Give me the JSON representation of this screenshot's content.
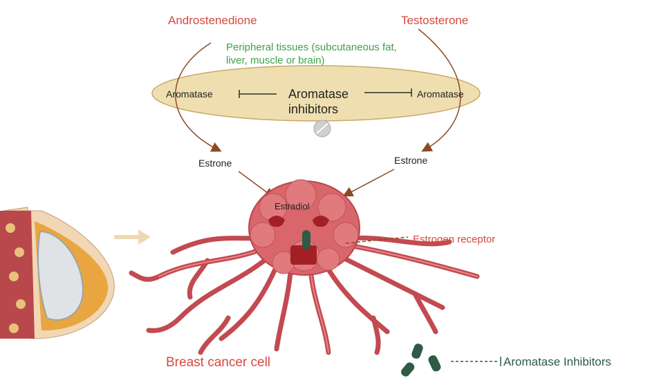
{
  "labels": {
    "androstenedione": "Androstenedione",
    "testosterone": "Testosterone",
    "peripheral_line1": "Peripheral tissues (subcutaneous fat,",
    "peripheral_line2": "liver, muscle or brain)",
    "aromatase_left": "Aromatase",
    "aromatase_right": "Aromatase",
    "inhibitors_line1": "Aromatase",
    "inhibitors_line2": "inhibitors",
    "estrone_left": "Estrone",
    "estrone_right": "Estrone",
    "estradiol": "Estradiol",
    "estrogen_receptor": "Estrogen receptor",
    "breast_cancer_cell": "Breast cancer cell",
    "aromatase_inhibitors_legend": "Aromatase Inhibitors"
  },
  "colors": {
    "red_text": "#d9473f",
    "green_text": "#3fa04a",
    "arrow_brown": "#8a4b22",
    "tissue_fill": "#efdfb0",
    "tumor": "#d9666a",
    "inhibitor_pill": "#2f5a45"
  }
}
